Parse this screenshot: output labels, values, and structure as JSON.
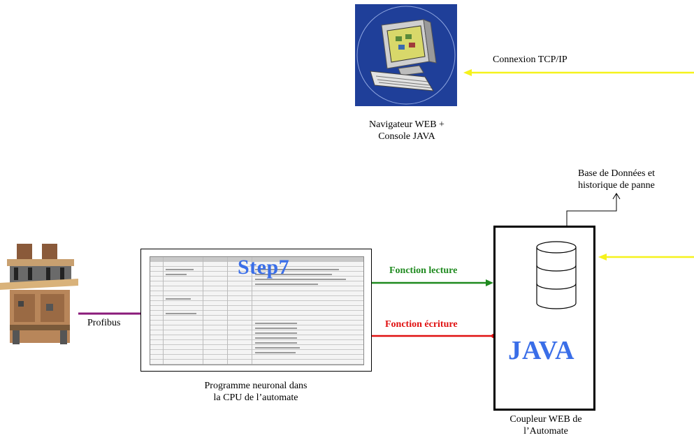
{
  "labels": {
    "connexion": "Connexion TCP/IP",
    "navigateur_line1": "Navigateur WEB +",
    "navigateur_line2": "Console JAVA",
    "base_line1": "Base de Données et",
    "base_line2": "historique de panne",
    "profibus": "Profibus",
    "step7": "Step7",
    "fonction_lecture": "Fonction lecture",
    "fonction_ecriture": "Fonction écriture",
    "java": "JAVA",
    "programme_line1": "Programme neuronal dans",
    "programme_line2": "la CPU de l’automate",
    "coupleur_line1": "Coupleur WEB de",
    "coupleur_line2": "l’Automate"
  },
  "colors": {
    "tcp_line": "#f5f21c",
    "profibus_line": "#8a1a7a",
    "lecture": "#1f8a1f",
    "ecriture": "#e01010",
    "java_text": "#3a6ee8",
    "pc_background": "#1f3f99"
  },
  "icons": [
    "computer-icon",
    "machine-image",
    "database-icon"
  ]
}
